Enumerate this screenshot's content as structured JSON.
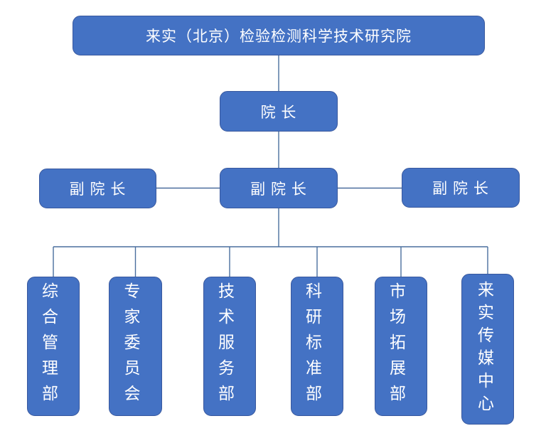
{
  "page": {
    "type": "organization-chart",
    "background": "#ffffff"
  },
  "colors": {
    "box_fill": "#4472C4",
    "box_border": "#38589E",
    "connector": "#4A6E9E",
    "text": "#FFFFFF"
  },
  "org_chart": {
    "root": {
      "label": "来实（北京）检验检测科学技术研究院"
    },
    "president": {
      "label": "院 长"
    },
    "vice_presidents": [
      {
        "label": "副 院 长"
      },
      {
        "label": "副 院 长"
      },
      {
        "label": "副 院 长"
      }
    ],
    "departments": [
      {
        "label": "综合管理部"
      },
      {
        "label": "专家委员会"
      },
      {
        "label": "技术服务部"
      },
      {
        "label": "科研标准部"
      },
      {
        "label": "市场拓展部"
      },
      {
        "label": "来实传媒中心"
      }
    ]
  }
}
